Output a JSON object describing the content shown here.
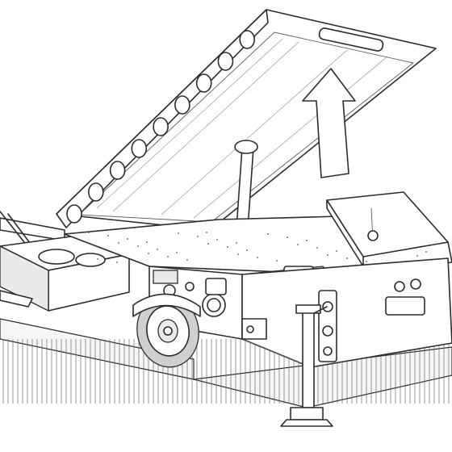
{
  "drawing": {
    "lid_badge_text": "",
    "plate_text": ""
  },
  "icons": {
    "arrow": "open-direction-arrow",
    "jack": "stabilizer-jack",
    "wheel": "trailer-wheel"
  }
}
